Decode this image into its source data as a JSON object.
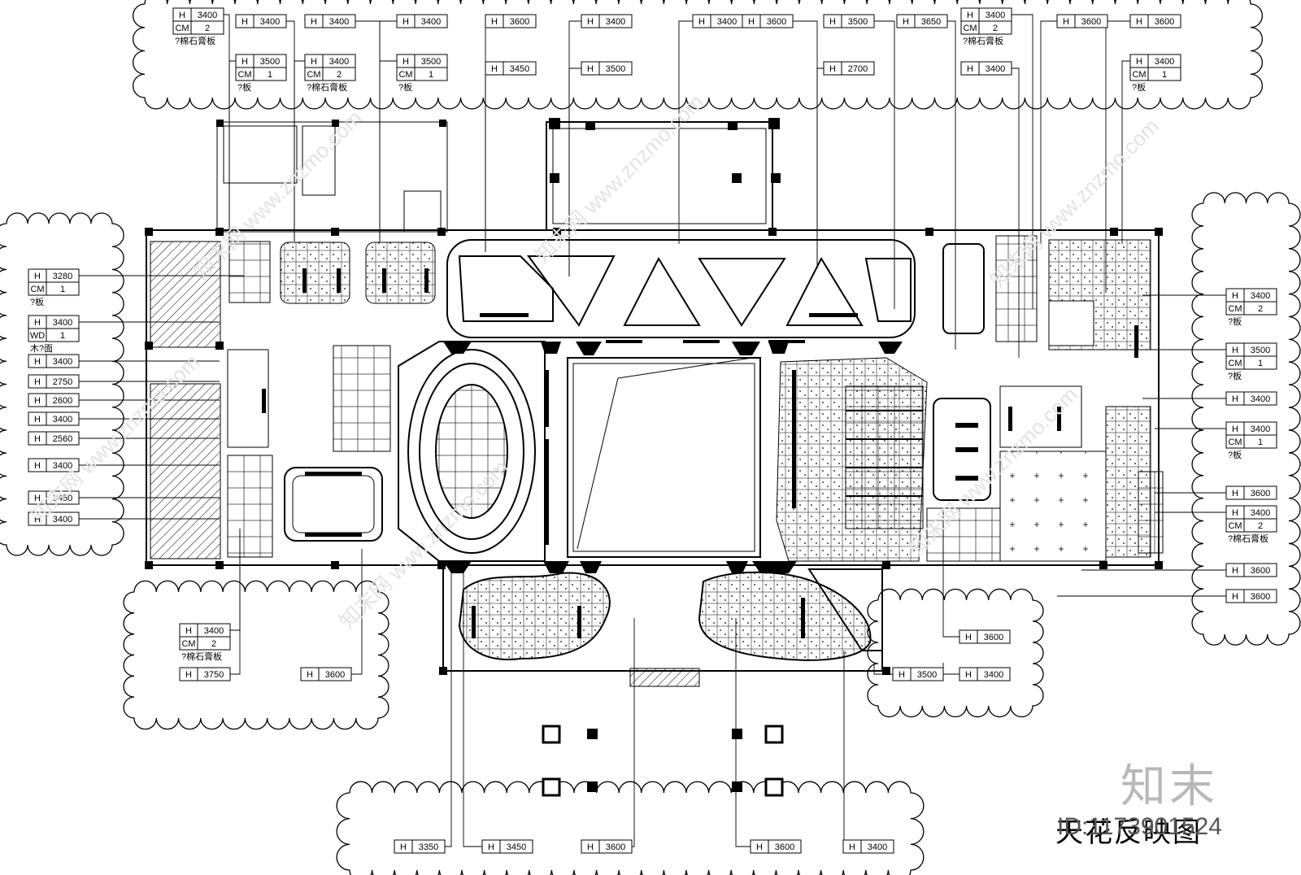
{
  "drawing": {
    "title": "天花反映图",
    "drawing_id": "ID:1173901524",
    "brand_mark": "知末",
    "watermark": "知末网 www.znzmo.com"
  },
  "tags": [
    {
      "rows": [
        [
          "H",
          "3400"
        ],
        [
          "CM",
          "2"
        ]
      ],
      "note": "?棉石膏板"
    },
    {
      "rows": [
        [
          "H",
          "3400"
        ]
      ]
    },
    {
      "rows": [
        [
          "H",
          "3400"
        ]
      ]
    },
    {
      "rows": [
        [
          "H",
          "3400"
        ]
      ]
    },
    {
      "rows": [
        [
          "H",
          "3600"
        ]
      ]
    },
    {
      "rows": [
        [
          "H",
          "3400"
        ]
      ]
    },
    {
      "rows": [
        [
          "H",
          "3400"
        ]
      ]
    },
    {
      "rows": [
        [
          "H",
          "3600"
        ]
      ]
    },
    {
      "rows": [
        [
          "H",
          "3500"
        ]
      ]
    },
    {
      "rows": [
        [
          "H",
          "3650"
        ]
      ]
    },
    {
      "rows": [
        [
          "H",
          "3400"
        ],
        [
          "CM",
          "2"
        ]
      ],
      "note": "?棉石膏板"
    },
    {
      "rows": [
        [
          "H",
          "3600"
        ]
      ]
    },
    {
      "rows": [
        [
          "H",
          "3600"
        ]
      ]
    },
    {
      "rows": [
        [
          "H",
          "3500"
        ],
        [
          "CM",
          "1"
        ]
      ],
      "note": "?板"
    },
    {
      "rows": [
        [
          "H",
          "3400"
        ],
        [
          "CM",
          "2"
        ]
      ],
      "note": "?棉石膏板"
    },
    {
      "rows": [
        [
          "H",
          "3500"
        ],
        [
          "CM",
          "1"
        ]
      ],
      "note": "?板"
    },
    {
      "rows": [
        [
          "H",
          "3450"
        ]
      ]
    },
    {
      "rows": [
        [
          "H",
          "3500"
        ]
      ]
    },
    {
      "rows": [
        [
          "H",
          "2700"
        ]
      ]
    },
    {
      "rows": [
        [
          "H",
          "3400"
        ]
      ]
    },
    {
      "rows": [
        [
          "H",
          "3400"
        ],
        [
          "CM",
          "1"
        ]
      ],
      "note": "?板"
    },
    {
      "rows": [
        [
          "H",
          "3280"
        ],
        [
          "CM",
          "1"
        ]
      ],
      "note": "?板"
    },
    {
      "rows": [
        [
          "H",
          "3400"
        ],
        [
          "WD",
          "1"
        ]
      ],
      "note": "木?面"
    },
    {
      "rows": [
        [
          "H",
          "3400"
        ]
      ]
    },
    {
      "rows": [
        [
          "H",
          "2750"
        ]
      ]
    },
    {
      "rows": [
        [
          "H",
          "2600"
        ]
      ]
    },
    {
      "rows": [
        [
          "H",
          "3400"
        ]
      ]
    },
    {
      "rows": [
        [
          "H",
          "2560"
        ]
      ]
    },
    {
      "rows": [
        [
          "H",
          "3400"
        ]
      ]
    },
    {
      "rows": [
        [
          "H",
          "3450"
        ]
      ]
    },
    {
      "rows": [
        [
          "H",
          "3400"
        ]
      ]
    },
    {
      "rows": [
        [
          "H",
          "3400"
        ],
        [
          "CM",
          "2"
        ]
      ],
      "note": "?板"
    },
    {
      "rows": [
        [
          "H",
          "3500"
        ],
        [
          "CM",
          "1"
        ]
      ],
      "note": "?板"
    },
    {
      "rows": [
        [
          "H",
          "3400"
        ]
      ]
    },
    {
      "rows": [
        [
          "H",
          "3400"
        ],
        [
          "CM",
          "1"
        ]
      ],
      "note": "?板"
    },
    {
      "rows": [
        [
          "H",
          "3600"
        ]
      ]
    },
    {
      "rows": [
        [
          "H",
          "3400"
        ],
        [
          "CM",
          "2"
        ]
      ],
      "note": "?棉石膏板"
    },
    {
      "rows": [
        [
          "H",
          "3600"
        ]
      ]
    },
    {
      "rows": [
        [
          "H",
          "3600"
        ]
      ]
    },
    {
      "rows": [
        [
          "H",
          "3400"
        ],
        [
          "CM",
          "2"
        ]
      ],
      "note": "?棉石膏板"
    },
    {
      "rows": [
        [
          "H",
          "3750"
        ]
      ]
    },
    {
      "rows": [
        [
          "H",
          "3600"
        ]
      ]
    },
    {
      "rows": [
        [
          "H",
          "3600"
        ]
      ]
    },
    {
      "rows": [
        [
          "H",
          "3500"
        ]
      ]
    },
    {
      "rows": [
        [
          "H",
          "3400"
        ]
      ]
    },
    {
      "rows": [
        [
          "H",
          "3350"
        ]
      ]
    },
    {
      "rows": [
        [
          "H",
          "3450"
        ]
      ]
    },
    {
      "rows": [
        [
          "H",
          "3600"
        ]
      ]
    },
    {
      "rows": [
        [
          "H",
          "3600"
        ]
      ]
    },
    {
      "rows": [
        [
          "H",
          "3400"
        ]
      ]
    }
  ]
}
